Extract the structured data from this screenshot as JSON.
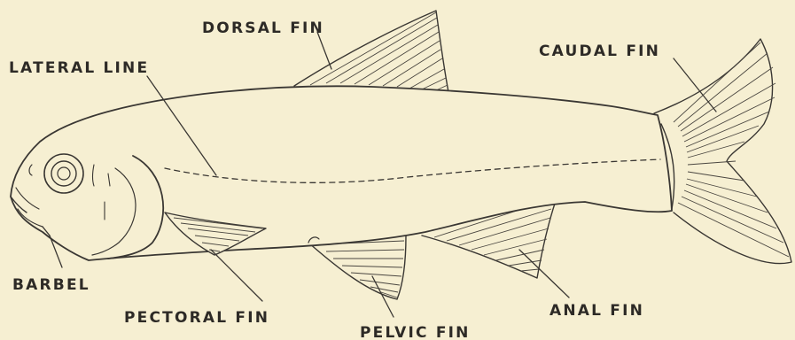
{
  "labels": {
    "dorsal_fin": "DORSAL FIN",
    "lateral_line": "LATERAL LINE",
    "caudal_fin": "CAUDAL FIN",
    "barbel": "BARBEL",
    "pectoral_fin": "PECTORAL FIN",
    "pelvic_fin": "PELVIC FIN",
    "anal_fin": "ANAL FIN"
  },
  "colors": {
    "background": "#f6efd2",
    "ink": "#3a3733"
  }
}
